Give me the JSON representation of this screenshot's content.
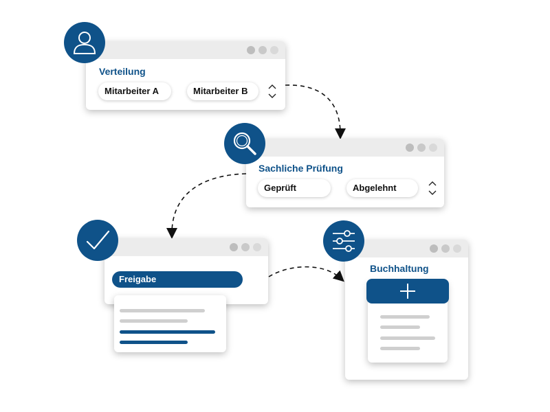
{
  "steps": {
    "verteilung": {
      "title": "Verteilung",
      "icon": "user-icon",
      "options": [
        "Mitarbeiter A",
        "Mitarbeiter B"
      ]
    },
    "pruefung": {
      "title": "Sachliche Prüfung",
      "icon": "magnifier-icon",
      "options": [
        "Geprüft",
        "Abgelehnt"
      ]
    },
    "freigabe": {
      "label": "Freigabe",
      "icon": "checkmark-icon"
    },
    "buchhaltung": {
      "title": "Buchhaltung",
      "icon": "sliders-icon",
      "action_icon": "plus-icon"
    }
  },
  "colors": {
    "primary": "#0f5289",
    "titlebar": "#ececec",
    "placeholder_line": "#cfcfcf",
    "arrow": "#111111"
  }
}
